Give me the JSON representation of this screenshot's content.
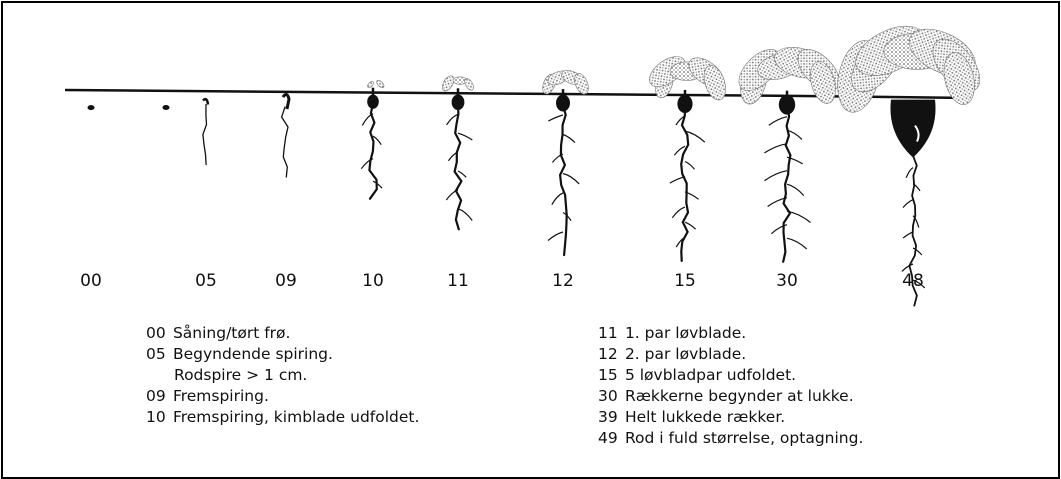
{
  "colors": {
    "ink": "#111111",
    "foliage": "#8f8f8f",
    "background": "#ffffff"
  },
  "stages": [
    {
      "code": "00",
      "plant": "seed"
    },
    {
      "code": "05",
      "plant": "germinating"
    },
    {
      "code": "09",
      "plant": "emerging"
    },
    {
      "code": "10",
      "plant": "cotyledons"
    },
    {
      "code": "11",
      "plant": "one-leaf-pair"
    },
    {
      "code": "12",
      "plant": "two-leaf-pairs"
    },
    {
      "code": "15",
      "plant": "five-leaf-pairs"
    },
    {
      "code": "30",
      "plant": "rows-closing"
    },
    {
      "code": "48",
      "plant": "full-root"
    }
  ],
  "legend_left": [
    {
      "code": "00",
      "text": "Såning/tørt frø."
    },
    {
      "code": "05",
      "text": "Begyndende spiring."
    },
    {
      "code": "",
      "text": "Rodspire > 1 cm."
    },
    {
      "code": "09",
      "text": "Fremspiring."
    },
    {
      "code": "10",
      "text": "Fremspiring, kimblade udfoldet."
    }
  ],
  "legend_right": [
    {
      "code": "11",
      "text": "1. par løvblade."
    },
    {
      "code": "12",
      "text": "2. par løvblade."
    },
    {
      "code": "15",
      "text": "5 løvbladpar udfoldet."
    },
    {
      "code": "30",
      "text": "Rækkerne begynder at lukke."
    },
    {
      "code": "39",
      "text": "Helt lukkede rækker."
    },
    {
      "code": "49",
      "text": "Rod i fuld størrelse, optagning."
    }
  ]
}
